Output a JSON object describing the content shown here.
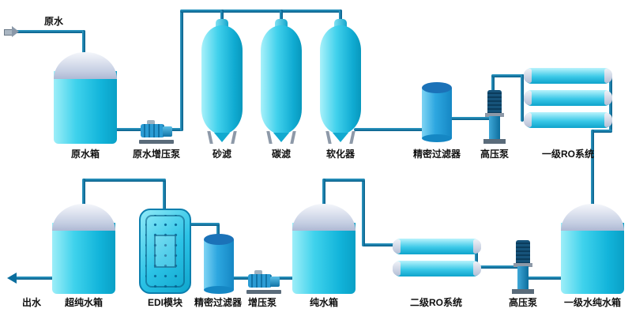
{
  "diagram": {
    "inlet_label": "原水",
    "outlet_label": "出水",
    "devices": {
      "raw_water_tank": "原水箱",
      "raw_booster_pump": "原水增压泵",
      "sand_filter": "砂滤",
      "carbon_filter": "碳滤",
      "softener": "软化器",
      "precision_filter_1": "精密过滤器",
      "high_pressure_pump_1": "高压泵",
      "ro_system_1": "一级RO系统",
      "stage1_pure_water_tank": "一级水纯水箱",
      "high_pressure_pump_2": "高压泵",
      "ro_system_2": "二级RO系统",
      "pure_water_tank": "纯水箱",
      "booster_pump": "增压泵",
      "precision_filter_2": "精密过滤器",
      "edi_module": "EDI模块",
      "ultrapure_water_tank": "超纯水箱"
    },
    "colors": {
      "pipe": "#0b6f9e",
      "equipment_cyan": "#2cc3e6",
      "tank_dome_gray": "#c6cfe3",
      "cartridge_blue": "#2da7e0",
      "pump_dark_blue": "#0b3c5c",
      "end_cap_gray": "#c9d1e2",
      "label_text": "#101010",
      "background": "#ffffff"
    }
  }
}
